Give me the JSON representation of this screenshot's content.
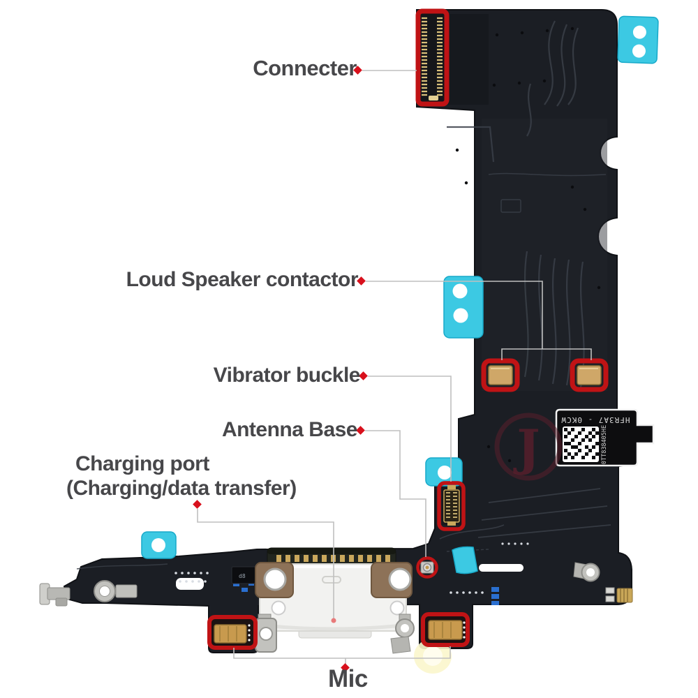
{
  "figure": {
    "type": "annotated-parts-diagram",
    "subject": "Charging port flex cable assembly (labeled replacement part photo)"
  },
  "labels": {
    "connecter": "Connecter",
    "loud_speaker": "Loud Speaker contactor",
    "vibrator": "Vibrator buckle",
    "antenna": "Antenna Base",
    "charging_line1": "Charging port",
    "charging_line2": "(Charging/data transfer)",
    "mic": "Mic"
  },
  "sticker": {
    "top_text": "HFR3A7 - 0KCW",
    "side_text": "0TT838405HE"
  },
  "watermark_letter": "J",
  "colors": {
    "highlight_red": "#c01315",
    "dot_red": "#d8101c",
    "label_text": "#47474a",
    "leader_line": "#bfbfbf",
    "flex_black": "#1b1e24",
    "tape_cyan": "#3cc9e3",
    "pad_gold": "#cfa768",
    "port_white": "#f2f2f0",
    "metal_silver": "#c2c2be"
  }
}
